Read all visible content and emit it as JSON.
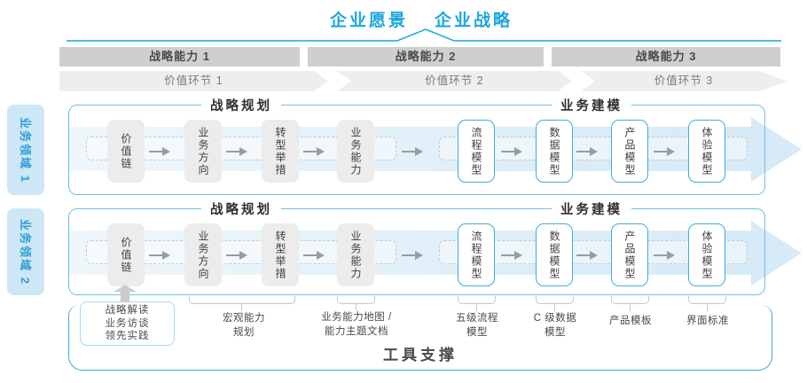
{
  "header": {
    "vision": "企业愿景",
    "strategy": "企业战略"
  },
  "capabilities": [
    {
      "label": "战略能力 1"
    },
    {
      "label": "战略能力 2"
    },
    {
      "label": "战略能力 3"
    }
  ],
  "value_links": [
    {
      "label": "价值环节 1"
    },
    {
      "label": "价值环节 2"
    },
    {
      "label": "价值环节 3"
    }
  ],
  "domains": [
    {
      "label": "业务领域 1"
    },
    {
      "label": "业务领域 2"
    }
  ],
  "flow": {
    "planning_title": "战略规划",
    "modeling_title": "业务建模",
    "boxes": [
      {
        "label": "价值链"
      },
      {
        "label": "业务方向"
      },
      {
        "label": "转型举措"
      },
      {
        "label": "业务能力"
      },
      {
        "label": "流程模型"
      },
      {
        "label": "数据模型"
      },
      {
        "label": "产品模型"
      },
      {
        "label": "体验模型"
      }
    ]
  },
  "notes": {
    "practice_box": {
      "lines": [
        {
          "text": "战略解读"
        },
        {
          "text": "业务访谈"
        },
        {
          "text": "领先实践"
        }
      ]
    },
    "items": [
      {
        "line1": "宏观能力",
        "line2": "规划"
      },
      {
        "line1": "业务能力地图 /",
        "line2": "能力主题文档"
      },
      {
        "line1": "五级流程",
        "line2": "模型"
      },
      {
        "line1": "C 级数据",
        "line2": "模型"
      },
      {
        "line1": "产品模板",
        "line2": ""
      },
      {
        "line1": "界面标准",
        "line2": ""
      }
    ]
  },
  "footer": {
    "label": "工具支撑"
  },
  "colors": {
    "accent_blue": "#1CA5E0",
    "panel_border": "#70C0E8",
    "container_border": "#35A8DC",
    "box_border_blue": "#42ABE0",
    "band_blue": "#D7EAF7",
    "bar_gray": "#CFCFCF",
    "strip_gray": "#EEEEEE",
    "box_gray": "#ECECEC",
    "arrow_gray": "#9C9C9C",
    "domain_bg": "#CDE7F6",
    "domain_text": "#2B9DD8"
  }
}
